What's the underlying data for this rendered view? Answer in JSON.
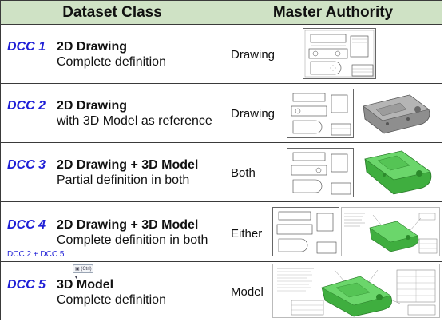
{
  "header": {
    "col1": "Dataset Class",
    "col2": "Master Authority"
  },
  "rows": [
    {
      "dcc": "DCC 1",
      "title": "2D Drawing",
      "subtitle": "Complete definition",
      "authority": "Drawing"
    },
    {
      "dcc": "DCC 2",
      "title": "2D Drawing",
      "subtitle": "with 3D Model as reference",
      "authority": "Drawing"
    },
    {
      "dcc": "DCC 3",
      "title": "2D Drawing + 3D Model",
      "subtitle": "Partial definition in both",
      "authority": "Both"
    },
    {
      "dcc": "DCC 4",
      "title": "2D Drawing + 3D Model",
      "subtitle": "Complete definition in both",
      "note": "DCC 2 + DCC 5",
      "authority": "Either"
    },
    {
      "dcc": "DCC 5",
      "title": "3D Model",
      "subtitle": "Complete definition",
      "authority": "Model"
    }
  ],
  "paste_options": {
    "label": "(Ctrl)"
  },
  "colors": {
    "header_bg": "#cfe2c5",
    "dcc_blue": "#1f1fd6",
    "model_green": "#4cc54c",
    "model_gray": "#8e8e8e"
  }
}
